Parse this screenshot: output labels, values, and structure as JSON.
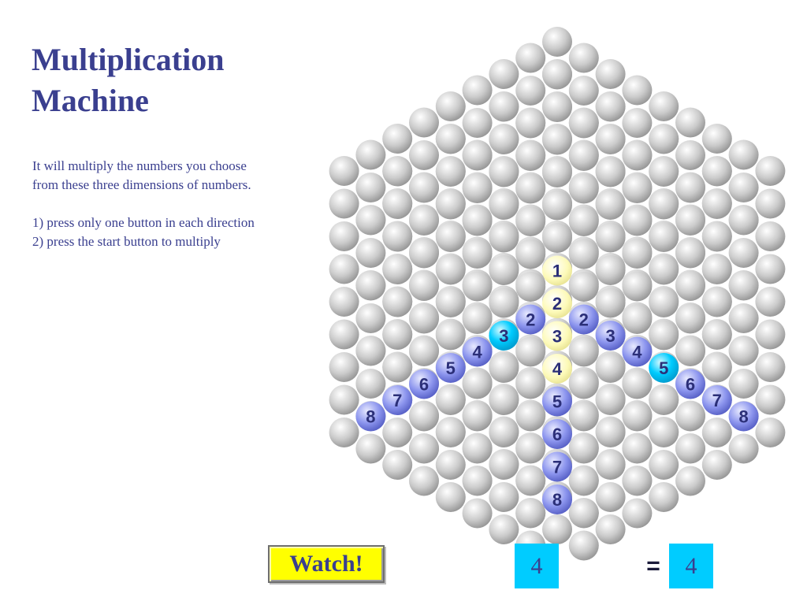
{
  "title": {
    "line1": "Multiplication",
    "line2": "Machine"
  },
  "instructions": {
    "line1": "It will multiply the numbers you choose",
    "line2": "from these three dimensions of numbers.",
    "step1": "1) press only one button in each direction",
    "step2": "2) press the start button to multiply"
  },
  "colors": {
    "grey_ball": "#c8c8c8",
    "number_button": "#8c95ee",
    "selected_button": "#00ccff",
    "vertical_button": "#fdfab8",
    "label_text": "#2b2f78",
    "watch_button": "#ffff00",
    "result_box": "#00ccff"
  },
  "dimensions": {
    "left": {
      "numbers": [
        "2",
        "3",
        "4",
        "5",
        "6",
        "7",
        "8"
      ],
      "selected": "3"
    },
    "right": {
      "numbers": [
        "2",
        "3",
        "4",
        "5",
        "6",
        "7",
        "8"
      ],
      "selected": "5"
    },
    "vertical": {
      "numbers": [
        "1",
        "2",
        "3",
        "4",
        "5",
        "6",
        "7",
        "8"
      ],
      "highlighted": [
        "1",
        "2",
        "3",
        "4"
      ]
    }
  },
  "controls": {
    "start_label": "Watch!"
  },
  "result": {
    "factor_display": "4",
    "equals": "=",
    "product_display": "4"
  }
}
